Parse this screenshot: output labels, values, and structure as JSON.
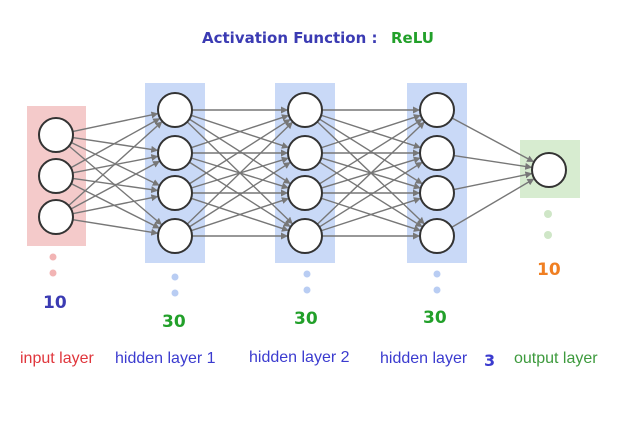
{
  "title": {
    "label": "Activation Function :",
    "value": "ReLU",
    "label_color": "#3b3bb3",
    "value_color": "#22a02a"
  },
  "colors": {
    "input_box": "#f4caca",
    "hidden_box": "#c9d9f7",
    "output_box": "#d7ecd0",
    "edge": "#777777",
    "node_stroke": "#333333",
    "node_fill": "#ffffff"
  },
  "layers": [
    {
      "name": "input layer",
      "count": "10",
      "name_color": "#e0363c",
      "count_color": "#3b3bb3"
    },
    {
      "name": "hidden layer 1",
      "count": "30",
      "name_color": "#3b3bcf",
      "count_color": "#22a02a"
    },
    {
      "name": "hidden layer 2",
      "count": "30",
      "name_color": "#3b3bcf",
      "count_color": "#22a02a"
    },
    {
      "name": "hidden layer",
      "name_suffix": "3",
      "count": "30",
      "name_color": "#3b3bcf",
      "count_color": "#22a02a"
    },
    {
      "name": "output layer",
      "count": "10",
      "name_color": "#3d9a3d",
      "count_color": "#f07f22"
    }
  ]
}
